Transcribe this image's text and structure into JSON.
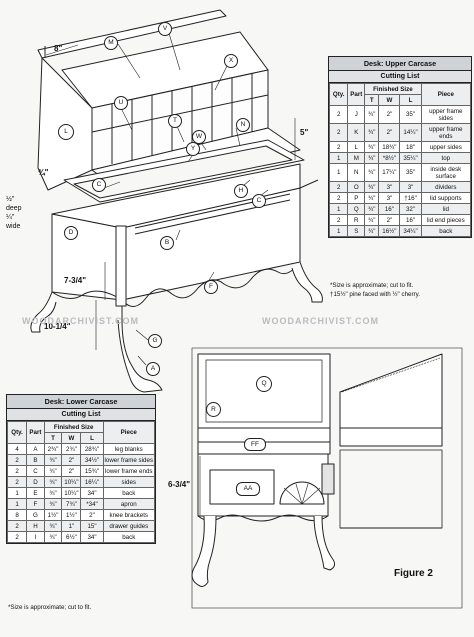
{
  "upper_table": {
    "title": "Desk: Upper Carcase",
    "subtitle": "Cutting List",
    "group_header": "Finished Size",
    "headers": [
      "Qty.",
      "Part",
      "T",
      "W",
      "L",
      "Piece"
    ],
    "rows": [
      [
        "2",
        "J",
        "¾\"",
        "2\"",
        "35\"",
        "upper frame sides"
      ],
      [
        "2",
        "K",
        "¾\"",
        "2\"",
        "14¼\"",
        "upper frame ends"
      ],
      [
        "2",
        "L",
        "¾\"",
        "18¾\"",
        "18\"",
        "upper sides"
      ],
      [
        "1",
        "M",
        "¾\"",
        "*8½\"",
        "35¼\"",
        "top"
      ],
      [
        "1",
        "N",
        "¾\"",
        "17¼\"",
        "35\"",
        "inside desk surface"
      ],
      [
        "2",
        "O",
        "¾\"",
        "3\"",
        "3\"",
        "dividers"
      ],
      [
        "2",
        "P",
        "¾\"",
        "3\"",
        "†16\"",
        "lid supports"
      ],
      [
        "1",
        "Q",
        "¾\"",
        "16\"",
        "32\"",
        "lid"
      ],
      [
        "2",
        "R",
        "¾\"",
        "2\"",
        "16\"",
        "lid end pieces"
      ],
      [
        "1",
        "S",
        "¾\"",
        "16½\"",
        "34¼\"",
        "back"
      ]
    ],
    "note_lines": [
      "*Size is approximate; cut to fit.",
      "†15½\" pine faced with ½\" cherry."
    ]
  },
  "lower_table": {
    "title": "Desk: Lower Carcase",
    "subtitle": "Cutting List",
    "group_header": "Finished Size",
    "headers": [
      "Qty.",
      "Part",
      "T",
      "W",
      "L",
      "Piece"
    ],
    "rows": [
      [
        "4",
        "A",
        "2¾\"",
        "2¾\"",
        "28¾\"",
        "leg blanks"
      ],
      [
        "2",
        "B",
        "¾\"",
        "2\"",
        "34½\"",
        "lower frame sides"
      ],
      [
        "2",
        "C",
        "¾\"",
        "2\"",
        "15¾\"",
        "lower frame ends"
      ],
      [
        "2",
        "D",
        "¾\"",
        "10¼\"",
        "16¼\"",
        "sides"
      ],
      [
        "1",
        "E",
        "¾\"",
        "10¼\"",
        "34\"",
        "back"
      ],
      [
        "1",
        "F",
        "¾\"",
        "7¾\"",
        "*34\"",
        "apron"
      ],
      [
        "8",
        "G",
        "1½\"",
        "1½\"",
        "2\"",
        "knee brackets"
      ],
      [
        "2",
        "H",
        "¾\"",
        "1\"",
        "15\"",
        "drawer guides"
      ],
      [
        "2",
        "I",
        "¾\"",
        "6½\"",
        "34\"",
        "back"
      ]
    ],
    "note": "*Size is approximate; cut to fit."
  },
  "dimensions": {
    "top_width": "8\"",
    "side_five": "5\"",
    "three_quarter": "¾\"",
    "groove_deep": "½\"",
    "groove_deep_word": "deep",
    "groove_wide": "¼\"",
    "groove_wide_word": "wide",
    "apron_height": "7-3/4\"",
    "leg_height": "10-1/4\"",
    "fig2_height": "6-3/4\""
  },
  "part_labels": {
    "main": [
      "M",
      "V",
      "X",
      "U",
      "T",
      "W",
      "N",
      "Y",
      "L",
      "C",
      "H",
      "C",
      "D",
      "B",
      "F",
      "G",
      "A"
    ],
    "fig2": [
      "Q",
      "R",
      "FF",
      "AA"
    ]
  },
  "watermark": "WOODARCHIVIST.COM",
  "figure_label": "Figure 2",
  "colors": {
    "line": "#222222",
    "table_header": "#cfd2d6",
    "watermark": "#b9bcbf"
  }
}
